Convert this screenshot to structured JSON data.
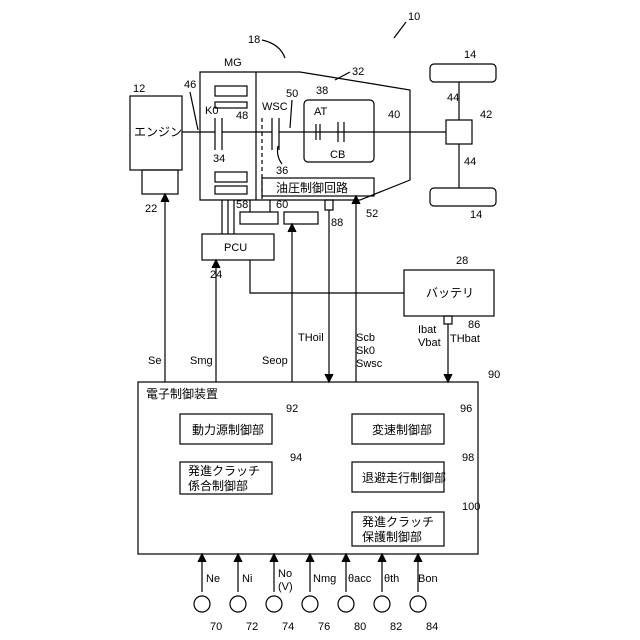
{
  "blocks": {
    "engine": "エンジン",
    "mg": "MG",
    "k0": "K0",
    "wsc": "WSC",
    "at": "AT",
    "cb": "CB",
    "hydraulic": "油圧制御回路",
    "pcu": "PCU",
    "battery": "バッテリ"
  },
  "ecu": {
    "title": "電子制御装置",
    "power_source": "動力源制御部",
    "engage_line1": "発進クラッチ",
    "engage_line2": "係合制御部",
    "shift": "変速制御部",
    "limp": "退避走行制御部",
    "protect_line1": "発進クラッチ",
    "protect_line2": "保護制御部"
  },
  "signals": {
    "se": "Se",
    "smg": "Smg",
    "seop": "Seop",
    "thoil": "THoil",
    "scb": "Scb",
    "sk0": "Sk0",
    "swsc": "Swsc",
    "ibat": "Ibat",
    "vbat": "Vbat",
    "thbat": "THbat"
  },
  "sensors": {
    "ne": "Ne",
    "ni": "Ni",
    "no": "No",
    "no_v": "(V)",
    "nmg": "Nmg",
    "acc": "θacc",
    "th": "θth",
    "bon": "Bon"
  },
  "refs": {
    "r10": "10",
    "r12": "12",
    "r14": "14",
    "r18": "18",
    "r22": "22",
    "r24": "24",
    "r28": "28",
    "r32": "32",
    "r34": "34",
    "r36": "36",
    "r38": "38",
    "r40": "40",
    "r42": "42",
    "r44": "44",
    "r46": "46",
    "r48": "48",
    "r50": "50",
    "r52": "52",
    "r58": "58",
    "r60": "60",
    "r70": "70",
    "r72": "72",
    "r74": "74",
    "r76": "76",
    "r80": "80",
    "r82": "82",
    "r84": "84",
    "r86": "86",
    "r88": "88",
    "r90": "90",
    "r92": "92",
    "r94": "94",
    "r96": "96",
    "r98": "98",
    "r100": "100"
  }
}
